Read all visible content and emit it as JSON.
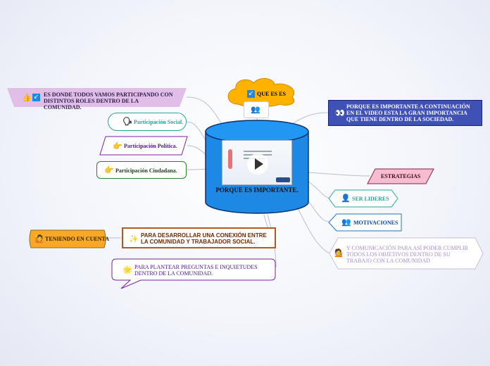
{
  "center": {
    "title": "PORQUE ES IMPORTANTE."
  },
  "top": {
    "cloud_label": "QUE ES ES"
  },
  "left": {
    "banner": "ES DONDE TODOS VAMOS PARTICIPANDO CON DISTINTOS ROLES DENTRO DE LA COMUNIDAD.",
    "items": [
      "Participación Social.",
      "Participación Política.",
      "Participación Ciudadana."
    ]
  },
  "right": {
    "info": "PORQUE ES IMPORTANTE A CONTINUACIÓN EN EL VIDEO ESTA LA GRAN IMPORTANCIA QUE TIENE DENTRO DE LA SOCIEDAD.",
    "strategies": "ESTRATEGIAS",
    "leaders": "SER LIDERES",
    "motivations": "MOTIVACIONES",
    "communication": "Y COMUNICACIÓN PARA ASÍ PODER CUMPLIR TODOS LOS OBJETIVOS DENTRO DE SU TRABAJO CON LA COMUNIDAD"
  },
  "bottom": {
    "considering": "TENIENDO EN CUENTA",
    "connection": "PARA DESARROLLAR UNA CONEXIÓN ENTRE LA COMUNIDAD Y TRABAJADOR SOCIAL.",
    "questions": "PARA PLANTEAR PREGUNTAS E INQUIETUDES DENTRO DE LA COMUNIDAD."
  },
  "colors": {
    "center": "#1e88e5",
    "cloud": "#ffb300",
    "banner": "#e1bee7",
    "info": "#3f51b5",
    "strategies": "#f8bbd0",
    "teal": "#26a69a",
    "blue": "#1976d2",
    "purple": "#7b1fa2",
    "orange": "#f9a825",
    "brown": "#b35a1f"
  },
  "icons": [
    "arrow-icon",
    "people-icon",
    "eyes-icon",
    "thumbs-icon",
    "speaker-icon",
    "pointing-icon",
    "leader-icon",
    "team-icon",
    "woman-icon",
    "raised-hand-icon",
    "sparkle-icon",
    "star-icon"
  ]
}
